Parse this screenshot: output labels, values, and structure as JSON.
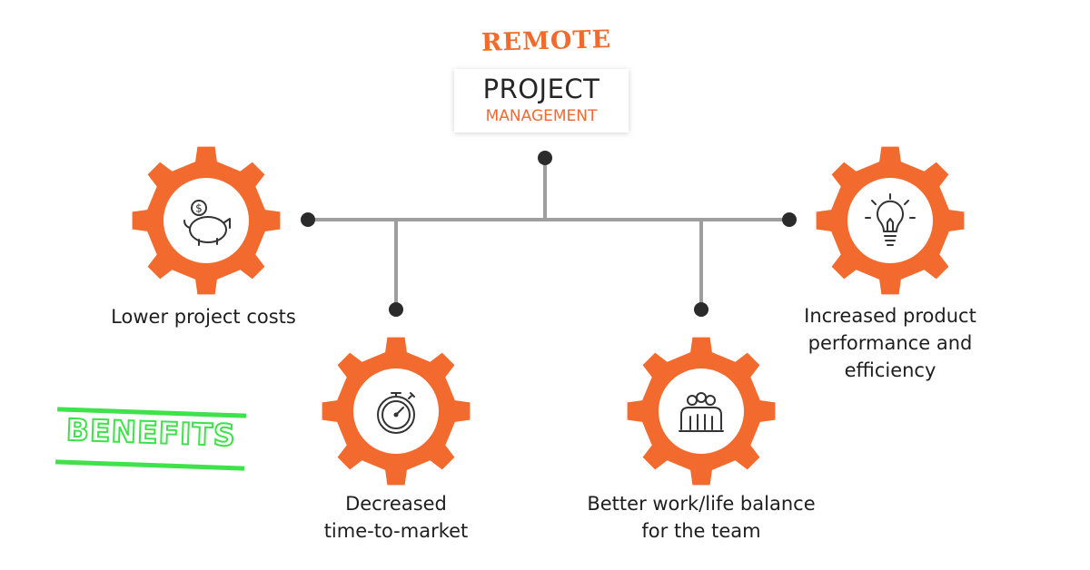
{
  "header": {
    "tag": "REMOTE",
    "title": "PROJECT",
    "subtitle": "MANAGEMENT"
  },
  "stamp": {
    "label": "BENEFITS"
  },
  "benefits": [
    {
      "lines": [
        "Lower project costs"
      ],
      "icon": "piggy-bank-icon"
    },
    {
      "lines": [
        "Decreased",
        "time-to-market"
      ],
      "icon": "stopwatch-icon"
    },
    {
      "lines": [
        "Better work/life balance",
        "for the team"
      ],
      "icon": "team-icon"
    },
    {
      "lines": [
        "Increased product",
        "performance and",
        "efficiency"
      ],
      "icon": "lightbulb-icon"
    }
  ],
  "colors": {
    "gear": "#f26a2e",
    "connector": "#9e9e9e",
    "dot": "#2b2b2b",
    "stamp": "#3ee24a",
    "icon": "#333333"
  }
}
